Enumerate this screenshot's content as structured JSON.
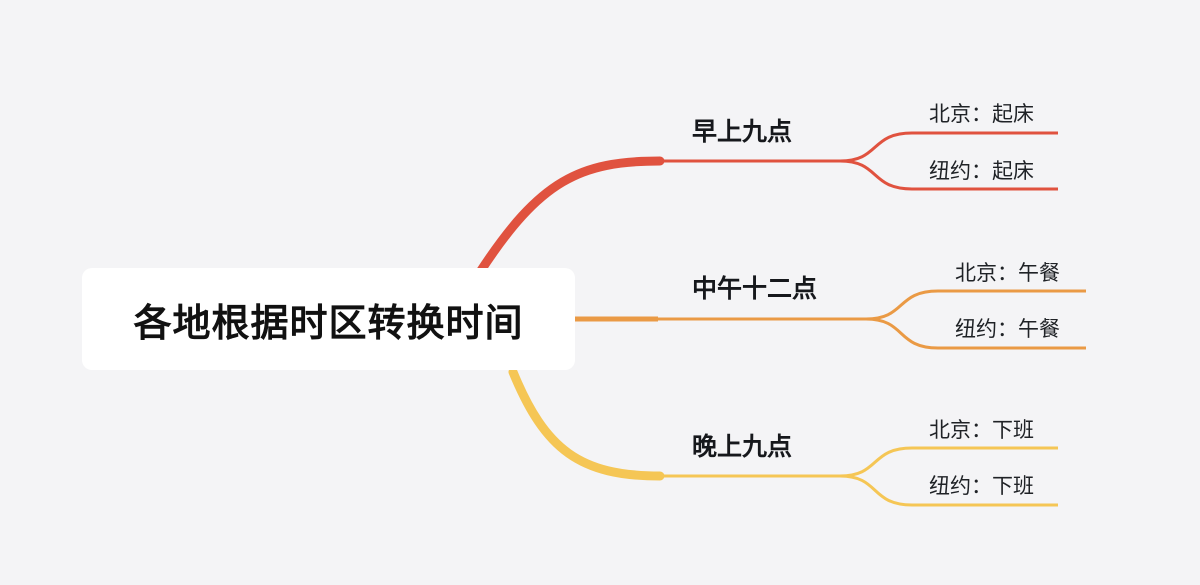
{
  "root": {
    "title": "各地根据时区转换时间"
  },
  "branches": [
    {
      "label": "早上九点",
      "color": "#e0523f",
      "leaves": [
        {
          "label": "北京：起床"
        },
        {
          "label": "纽约：起床"
        }
      ]
    },
    {
      "label": "中午十二点",
      "color": "#ea9a45",
      "leaves": [
        {
          "label": "北京：午餐"
        },
        {
          "label": "纽约：午餐"
        }
      ]
    },
    {
      "label": "晚上九点",
      "color": "#f5c655",
      "leaves": [
        {
          "label": "北京：下班"
        },
        {
          "label": "纽约：下班"
        }
      ]
    }
  ]
}
